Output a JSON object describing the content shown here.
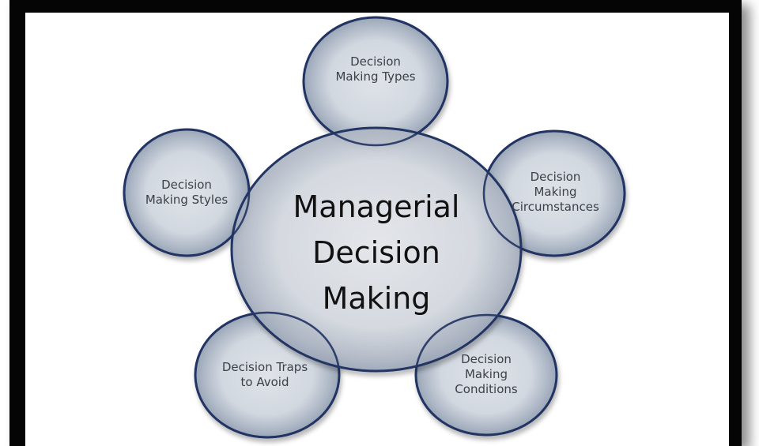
{
  "diagram": {
    "center": {
      "lines": [
        "Managerial",
        "Decision",
        "Making"
      ]
    },
    "nodes": [
      {
        "lines": [
          "Decision",
          "Making Types"
        ]
      },
      {
        "lines": [
          "Decision",
          "Making",
          "Circumstances"
        ]
      },
      {
        "lines": [
          "Decision",
          "Making",
          "Conditions"
        ]
      },
      {
        "lines": [
          "Decision Traps",
          "to Avoid"
        ]
      },
      {
        "lines": [
          "Decision",
          "Making Styles"
        ]
      }
    ],
    "colors": {
      "circle_fill_light": "#d7dce3",
      "circle_fill_dark": "#a5afbf",
      "circle_stroke": "#223463",
      "frame": "#050505"
    }
  }
}
